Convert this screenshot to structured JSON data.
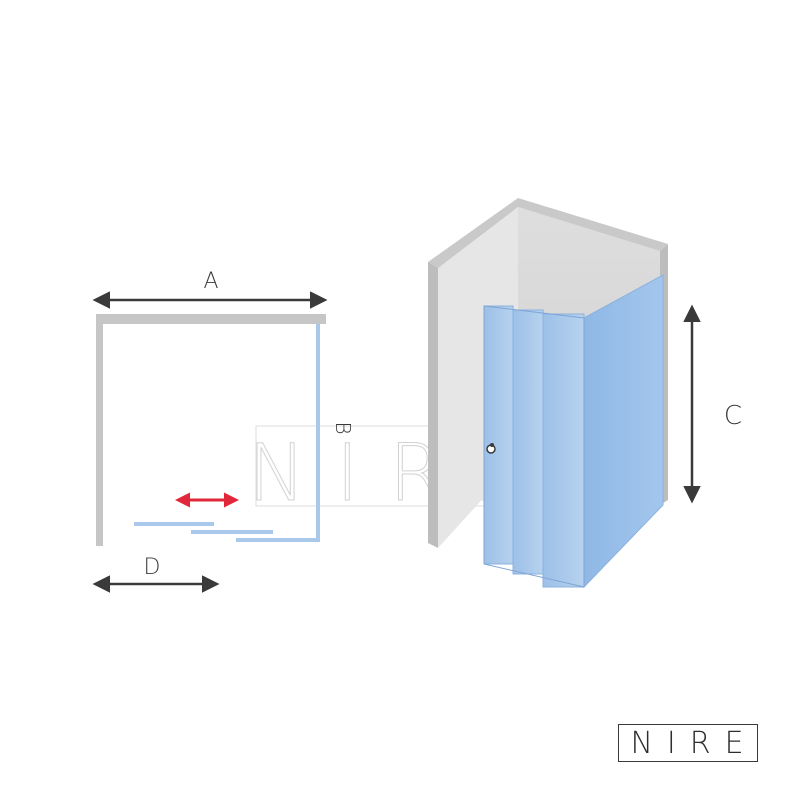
{
  "labels": {
    "width_total": "A",
    "depth_side": "B",
    "height": "C",
    "door_opening": "D"
  },
  "watermark": "NIRE",
  "logo": "NIRE",
  "colors": {
    "wall": "#d4d4d4",
    "wall_edge": "#bdbdbd",
    "glass": "#a9c8ea",
    "glass_edge": "#7fa6d6",
    "arrow": "#3a3a3a",
    "slide_arrow": "#e0283a"
  }
}
